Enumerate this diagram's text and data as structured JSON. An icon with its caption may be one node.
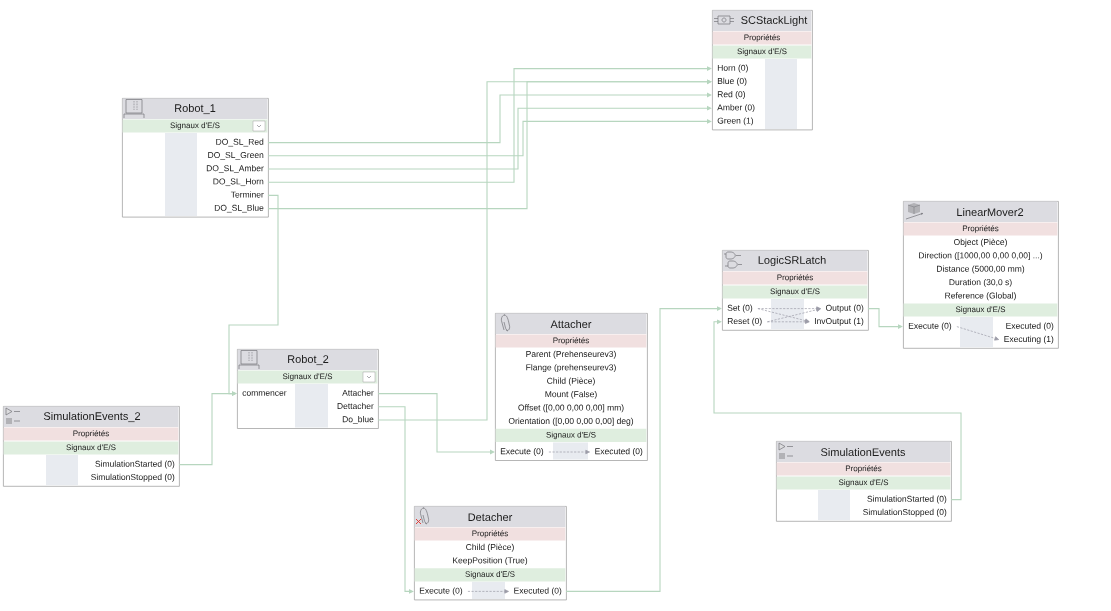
{
  "diagram": {
    "nodes": [
      {
        "text": [
          "SCStackLight",
          "Propriétés",
          "Signaux d'E/S"
        ]
      },
      {
        "text": [
          "Horn (0)"
        ],
        "in": 0
      },
      {
        "text": [
          "Blue (0)"
        ],
        "in": 0
      },
      {
        "text": [
          "Red (0)"
        ],
        "in": 0
      },
      {
        "text": [
          "Amber (0)"
        ],
        "in": 0
      },
      {
        "text": [
          "Green (1)"
        ],
        "in": 0
      },
      {
        "text": [
          "Robot_1",
          "Signaux d'E/S"
        ]
      },
      {
        "text": [
          "DO_SL_Red"
        ],
        "in": 6
      },
      {
        "text": [
          "DO_SL_Green"
        ],
        "in": 6
      },
      {
        "text": [
          "DO_SL_Amber"
        ],
        "in": 6
      },
      {
        "text": [
          "DO_SL_Horn"
        ],
        "in": 6
      },
      {
        "text": [
          "Terminer"
        ],
        "in": 6
      },
      {
        "text": [
          "DO_SL_Blue"
        ],
        "in": 6
      },
      {
        "text": [
          "LinearMover2",
          "Propriétés",
          "Object (Pièce)",
          "Direction ([1000,00 0,00 0,00] ...)",
          "Distance (5000,00 mm)",
          "Duration (30,0 s)",
          "Reference (Global)",
          "Signaux d'E/S"
        ]
      },
      {
        "text": [
          "Execute (0)"
        ],
        "in": 13
      },
      {
        "text": [
          "Executed (0)"
        ],
        "in": 13
      },
      {
        "text": [
          "Executing (1)"
        ],
        "in": 13
      },
      {
        "text": [
          "LogicSRLatch",
          "Propriétés",
          "Signaux d'E/S"
        ]
      },
      {
        "text": [
          "Set (0)"
        ],
        "in": 17
      },
      {
        "text": [
          "Output (0)"
        ],
        "in": 17
      },
      {
        "text": [
          "Reset (0)"
        ],
        "in": 17
      },
      {
        "text": [
          "InvOutput (1)"
        ],
        "in": 17
      },
      {
        "text": [
          "Attacher",
          "Propriétés",
          "Parent (Prehenseurev3)",
          "Flange (prehenseurev3)",
          "Child (Pièce)",
          "Mount (False)",
          "Offset ([0,00 0,00 0,00] mm)",
          "Orientation ([0,00 0,00 0,00] deg)",
          "Signaux d'E/S"
        ]
      },
      {
        "text": [
          "Execute (0)"
        ],
        "in": 22
      },
      {
        "text": [
          "Executed (0)"
        ],
        "in": 22
      },
      {
        "text": [
          "Robot_2",
          "Signaux d'E/S"
        ]
      },
      {
        "text": [
          "commencer"
        ],
        "in": 25
      },
      {
        "text": [
          "Attacher"
        ],
        "in": 25
      },
      {
        "text": [
          "Dettacher"
        ],
        "in": 25
      },
      {
        "text": [
          "Do_blue"
        ],
        "in": 25
      },
      {
        "text": [
          "SimulationEvents_2",
          "Propriétés",
          "Signaux d'E/S"
        ]
      },
      {
        "text": [
          "SimulationStarted (0)"
        ],
        "in": 30
      },
      {
        "text": [
          "SimulationStopped (0)"
        ],
        "in": 30
      },
      {
        "text": [
          "SimulationEvents",
          "Propriétés",
          "Signaux d'E/S"
        ]
      },
      {
        "text": [
          "SimulationStarted (0)"
        ],
        "in": 33
      },
      {
        "text": [
          "SimulationStopped (0)"
        ],
        "in": 33
      },
      {
        "text": [
          "Detacher",
          "Propriétés",
          "Child (Pièce)",
          "KeepPosition (True)",
          "Signaux d'E/S"
        ]
      },
      {
        "text": [
          "Execute (0)"
        ],
        "in": 36
      },
      {
        "text": [
          "Executed (0)"
        ],
        "in": 36
      }
    ],
    "edges": [
      {
        "from": 7,
        "to": 3,
        "arrow": "to"
      },
      {
        "from": 8,
        "to": 5,
        "arrow": "to"
      },
      {
        "from": 9,
        "to": 4,
        "arrow": "to"
      },
      {
        "from": 10,
        "to": 1,
        "arrow": "to"
      },
      {
        "from": 12,
        "to": 2,
        "arrow": "to"
      },
      {
        "from": 29,
        "to": 2,
        "arrow": "to"
      },
      {
        "from": 11,
        "to": 26,
        "arrow": "to"
      },
      {
        "from": 31,
        "to": 26,
        "arrow": "to"
      },
      {
        "from": 27,
        "to": 23,
        "arrow": "to"
      },
      {
        "from": 28,
        "to": 37,
        "arrow": "to"
      },
      {
        "from": 38,
        "to": 18,
        "arrow": "to"
      },
      {
        "from": 34,
        "to": 20,
        "arrow": "to"
      },
      {
        "from": 19,
        "to": 14,
        "arrow": "to"
      },
      {
        "from": 23,
        "to": 24,
        "arrow": "to",
        "style": "dashed",
        "color": "#9c9ca8"
      },
      {
        "from": 37,
        "to": 38,
        "arrow": "to",
        "style": "dashed",
        "color": "#9c9ca8"
      },
      {
        "from": 18,
        "to": 19,
        "arrow": "to",
        "style": "dashed",
        "color": "#9c9ca8"
      },
      {
        "from": 18,
        "to": 21,
        "arrow": "to",
        "style": "dashed",
        "color": "#9c9ca8"
      },
      {
        "from": 20,
        "to": 19,
        "arrow": "to",
        "style": "dashed",
        "color": "#9c9ca8"
      },
      {
        "from": 20,
        "to": 21,
        "arrow": "to",
        "style": "dashed",
        "color": "#9c9ca8"
      },
      {
        "from": 14,
        "to": 16,
        "arrow": "to",
        "style": "dashed",
        "color": "#9c9ca8"
      }
    ]
  }
}
